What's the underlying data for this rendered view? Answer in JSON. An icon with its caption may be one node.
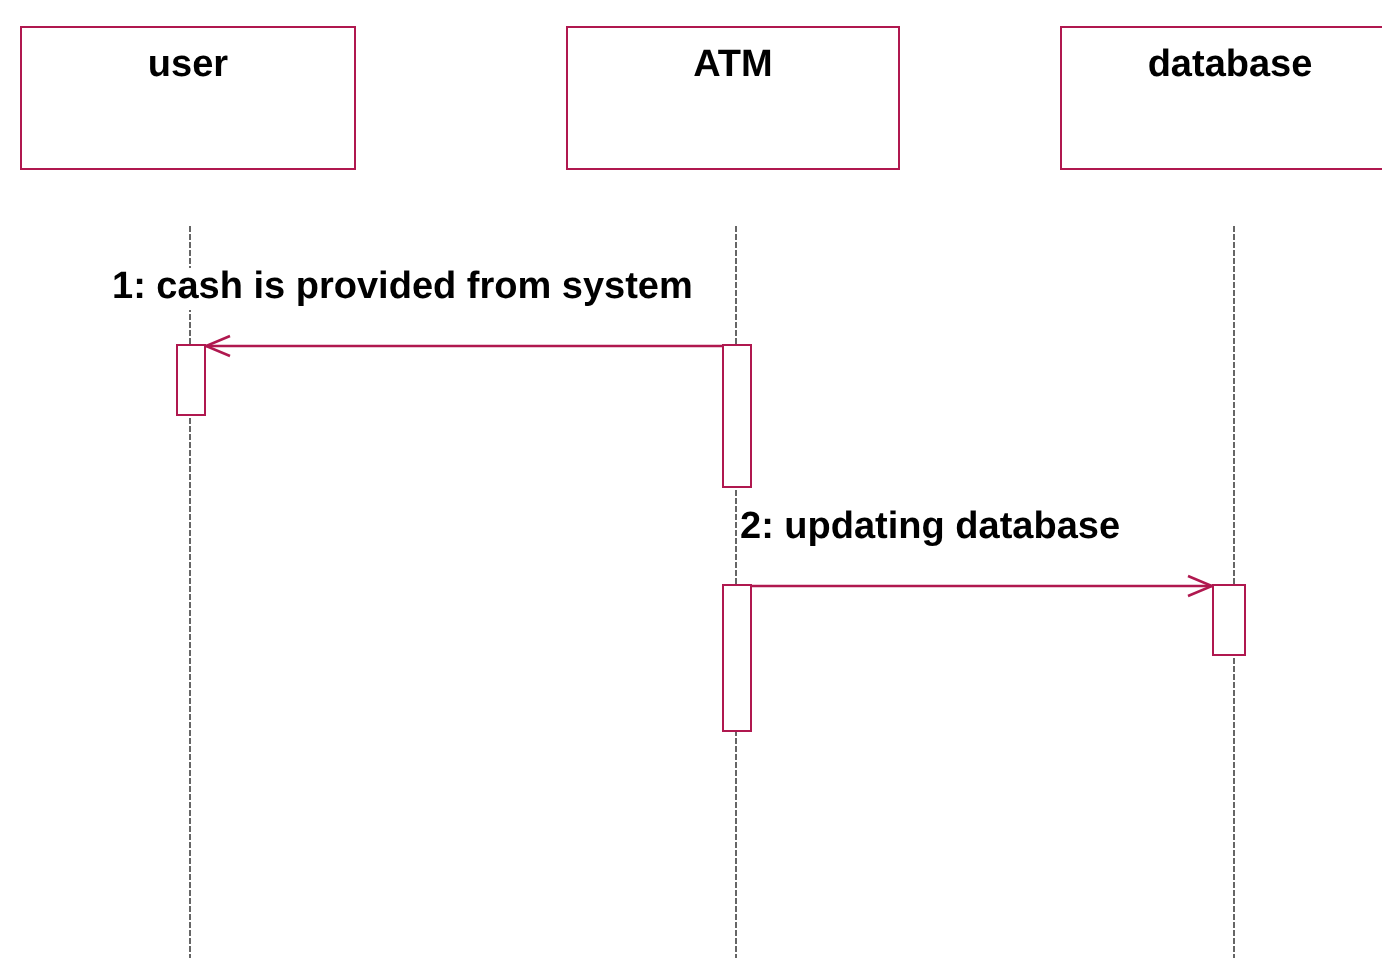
{
  "diagram": {
    "nodes": [
      {
        "text": [
          "user"
        ]
      },
      {
        "text": [
          "ATM"
        ]
      },
      {
        "text": [
          "database"
        ]
      },
      {
        "text": [],
        "shape": "bar"
      },
      {
        "text": [],
        "shape": "bar"
      },
      {
        "text": [],
        "shape": "bar"
      },
      {
        "text": [],
        "shape": "bar"
      }
    ],
    "edges": [
      {
        "from": 4,
        "to": 3,
        "arrow": "to",
        "label": "1: cash is provided from system"
      },
      {
        "from": 5,
        "to": 6,
        "arrow": "to",
        "label": "2: updating database"
      }
    ]
  }
}
